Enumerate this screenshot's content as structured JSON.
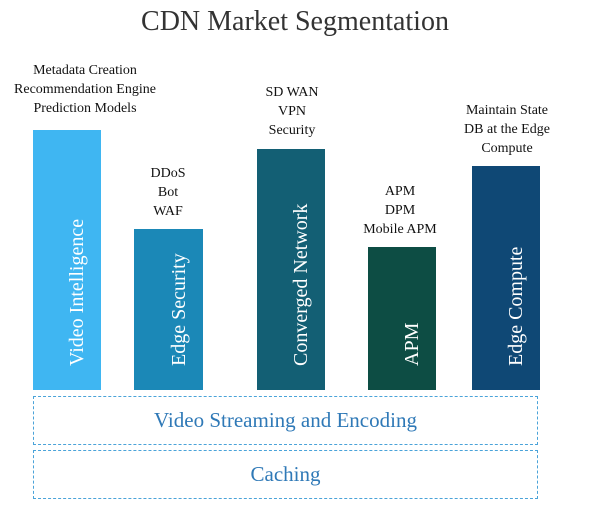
{
  "title": "CDN Market Segmentation",
  "segments": [
    {
      "label": "Video Intelligence",
      "color": "#3fb6f2",
      "features": [
        "Metadata Creation",
        "Recommendation Engine",
        "Prediction Models"
      ]
    },
    {
      "label": "Edge Security",
      "color": "#1b88b7",
      "features": [
        "DDoS",
        "Bot",
        "WAF"
      ]
    },
    {
      "label": "Converged Network",
      "color": "#135f74",
      "features": [
        "SD WAN",
        "VPN",
        "Security"
      ]
    },
    {
      "label": "APM",
      "color": "#0d4d44",
      "features": [
        "APM",
        "DPM",
        "Mobile APM"
      ]
    },
    {
      "label": "Edge Compute",
      "color": "#0f4875",
      "features": [
        "Maintain State",
        "DB at the Edge",
        "Compute"
      ]
    }
  ],
  "layers": [
    {
      "label": "Video Streaming and Encoding"
    },
    {
      "label": "Caching"
    }
  ]
}
